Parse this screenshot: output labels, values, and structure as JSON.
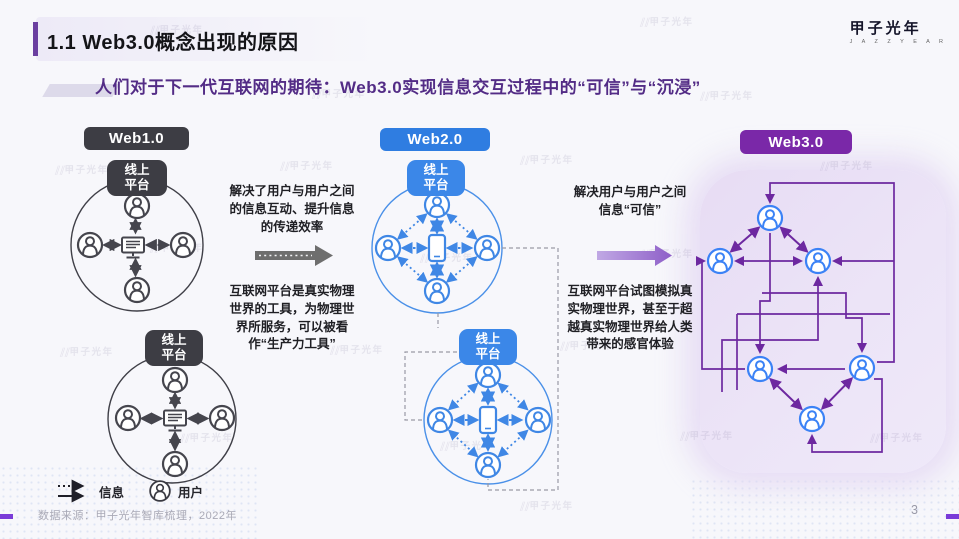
{
  "slide": {
    "title": "1.1 Web3.0概念出现的原因",
    "subtitle": "人们对于下一代互联网的期待：Web3.0实现信息交互过程中的“可信”与“沉浸”",
    "source": "数据来源：甲子光年智库梳理，2022年",
    "page_number": "3"
  },
  "logo": {
    "name": "甲子光年",
    "subtext": "J A Z Z Y E A R"
  },
  "watermark_text": "甲子光年",
  "sections": {
    "web1": {
      "label": "Web1.0",
      "platform": "线上平台",
      "badge_color": "#3d3d44"
    },
    "web2": {
      "label": "Web2.0",
      "platform": "线上平台",
      "badge_color": "#2f7de1"
    },
    "web3": {
      "label": "Web3.0",
      "badge_color": "#7a28a8"
    }
  },
  "transitions": {
    "t1": {
      "top": "解决了用户与用户之间的信息互动、提升信息的传递效率",
      "bottom": "互联网平台是真实物理世界的工具，为物理世界所服务，可以被看作“生产力工具”"
    },
    "t2": {
      "top": "解决用户与用户之间信息“可信”",
      "bottom": "互联网平台试图模拟真实物理世界，甚至于超越真实物理世界给人类带来的感官体验"
    }
  },
  "legend": {
    "info": "信息",
    "user": "用户"
  },
  "icons": {
    "user": "person-in-circle",
    "web1_platform_center": "desktop-computer",
    "web2_platform_center": "smartphone",
    "info_flow": "dashed-arrow",
    "logo_mark": "gradient-bars"
  },
  "colors": {
    "web1_dark": "#45454d",
    "web2_blue": "#3f87e5",
    "web3_purple": "#6d28a0",
    "transition_arrow_gray": "#6e6e6e",
    "transition_arrow_purple": "#9168c4",
    "accent_dash": "#7a3bd8"
  }
}
